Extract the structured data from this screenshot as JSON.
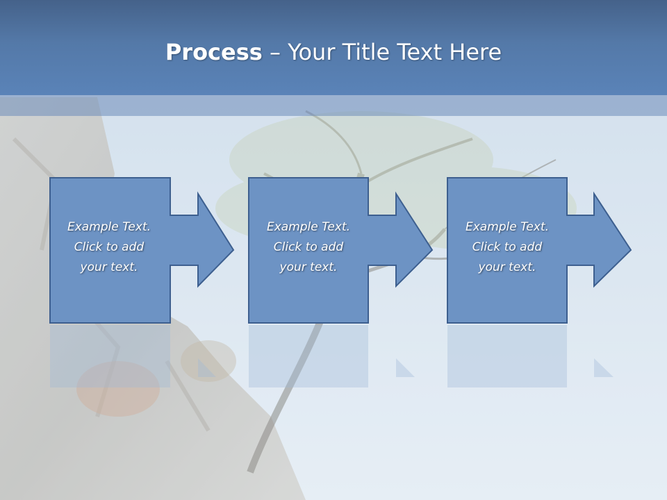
{
  "slide": {
    "title_bold": "Process",
    "title_rest": " – Your Title Text Here",
    "colors": {
      "header": "#5479a8",
      "box_fill": "#6d93c4",
      "box_stroke": "#3d5f8f",
      "text": "#ffffff"
    },
    "steps": [
      {
        "lines": [
          "Example Text.",
          "Click  to add",
          "your text."
        ]
      },
      {
        "lines": [
          "Example Text.",
          "Click  to add",
          "your text."
        ]
      },
      {
        "lines": [
          "Example Text.",
          "Click  to add",
          "your text."
        ]
      }
    ]
  }
}
